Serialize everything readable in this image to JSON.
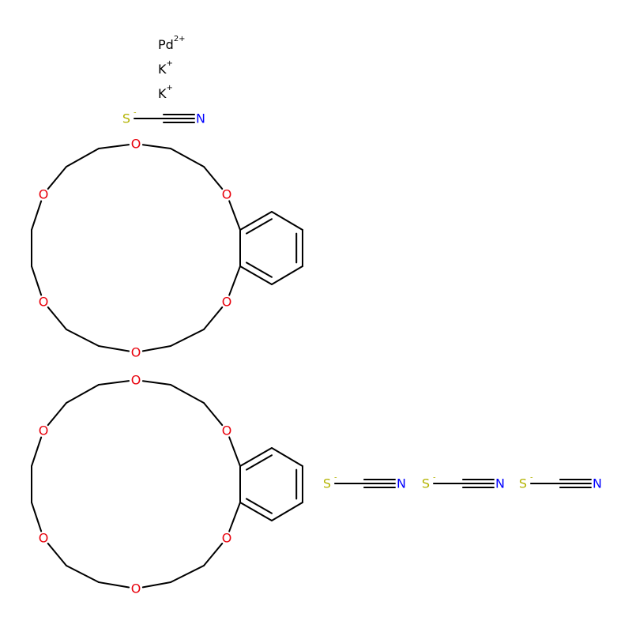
{
  "colors": {
    "background": "#ffffff",
    "bond": "#000000",
    "O": "#e8000b",
    "S": "#b3b300",
    "N": "#0000ff",
    "ion": "#000000"
  },
  "ions": [
    {
      "symbol": "Pd",
      "charge": "2+"
    },
    {
      "symbol": "K",
      "charge": "+"
    },
    {
      "symbol": "K",
      "charge": "+"
    }
  ],
  "thiocyanate": {
    "s": "S",
    "s_charge": "-",
    "n": "N"
  },
  "crown_ether": {
    "oxygen_symbol": "O",
    "copies": 2
  },
  "counts": {
    "thiocyanate_units": 4
  }
}
